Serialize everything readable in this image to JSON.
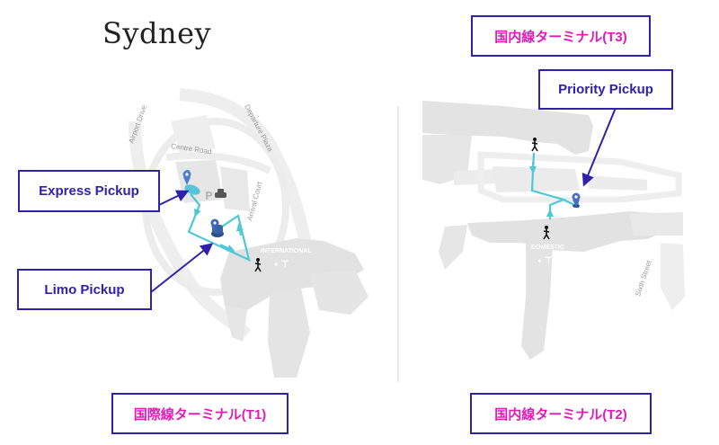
{
  "title": "Sydney",
  "callouts": {
    "express": "Express Pickup",
    "limo": "Limo Pickup",
    "priority": "Priority Pickup"
  },
  "terminals": {
    "t1": "国際線ターミナル(T1)",
    "t2": "国内線ターミナル(T2)",
    "t3": "国内線ターミナル(T3)"
  },
  "map_labels": {
    "airport_drive": "Airport Drive",
    "departure_plaza": "Departure Plaza",
    "centre_road": "Centre Road",
    "arrival_court": "Arrival Court",
    "international": "INTERNATIONAL",
    "domestic": "DOMESTIC",
    "sixth_street": "Sixth Street"
  },
  "colors": {
    "callout_border": "#2e22a8",
    "callout_text": "#2e22a8",
    "terminal_text": "#e21ab8",
    "route": "#4ec8d6",
    "pin_light": "#58c4d8",
    "pin_dark": "#3a5ea6",
    "building": "#e4e4e4"
  },
  "icons": [
    "location-pin-icon",
    "walking-person-icon",
    "parking-icon",
    "car-icon",
    "baggage-icon"
  ]
}
